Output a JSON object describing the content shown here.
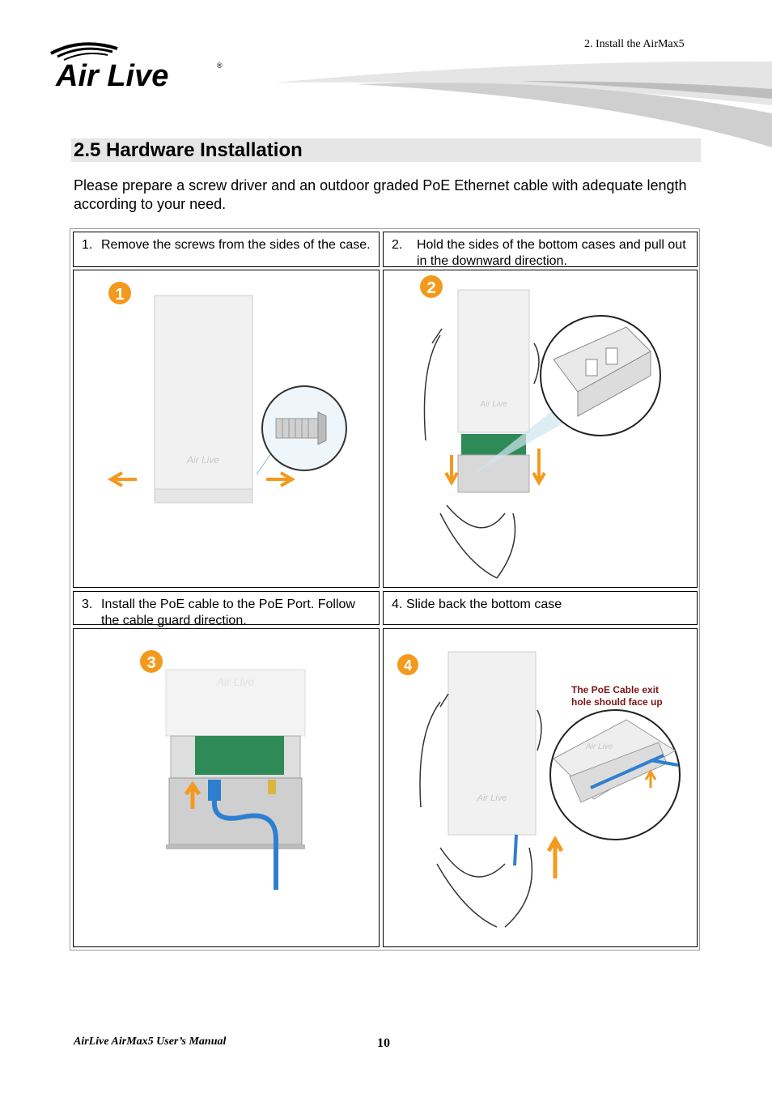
{
  "header": {
    "chapter": "2. Install the AirMax5",
    "logo_text": "Air Live"
  },
  "section": {
    "title": "2.5 Hardware  Installation"
  },
  "intro": "Please prepare a screw driver and an outdoor graded PoE Ethernet cable with adequate length according to your need.",
  "steps": [
    {
      "num": "1.",
      "text": "Remove the screws from the sides of the case.",
      "badge": "1"
    },
    {
      "num": "2.",
      "text": "Hold the sides of the bottom cases and pull out in the downward direction.",
      "badge": "2"
    },
    {
      "num": "3.",
      "text": "Install the PoE cable to the PoE Port. Follow the cable guard direction.",
      "badge": "3"
    },
    {
      "num": "4.",
      "text": "Slide back the bottom case",
      "badge": "4"
    }
  ],
  "callout": {
    "line1": "The PoE Cable exit",
    "line2": "hole should face up"
  },
  "footer": {
    "manual": "AirLive AirMax5 User’s Manual",
    "page": "10"
  },
  "colors": {
    "badge": "#f39a1e",
    "arrow": "#f39a1e",
    "cable": "#2f7fd0",
    "board": "#2e8b57",
    "callout": "#7a1515"
  }
}
